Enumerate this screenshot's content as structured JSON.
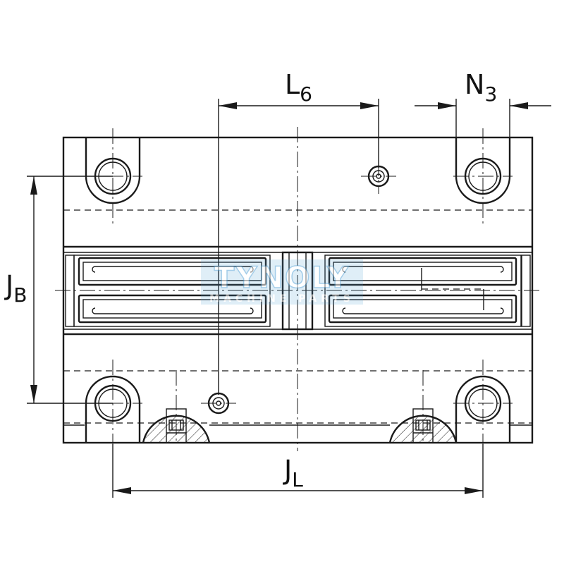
{
  "labels": {
    "l6": {
      "main": "L",
      "sub": "6"
    },
    "n3": {
      "main": "N",
      "sub": "3"
    },
    "jb": {
      "main": "J",
      "sub": "B"
    },
    "jl": {
      "main": "J",
      "sub": "L"
    }
  },
  "watermark": {
    "brand": "TYNOLY",
    "tagline": "MACHINE PARTS",
    "color": "#5aa6d8"
  }
}
